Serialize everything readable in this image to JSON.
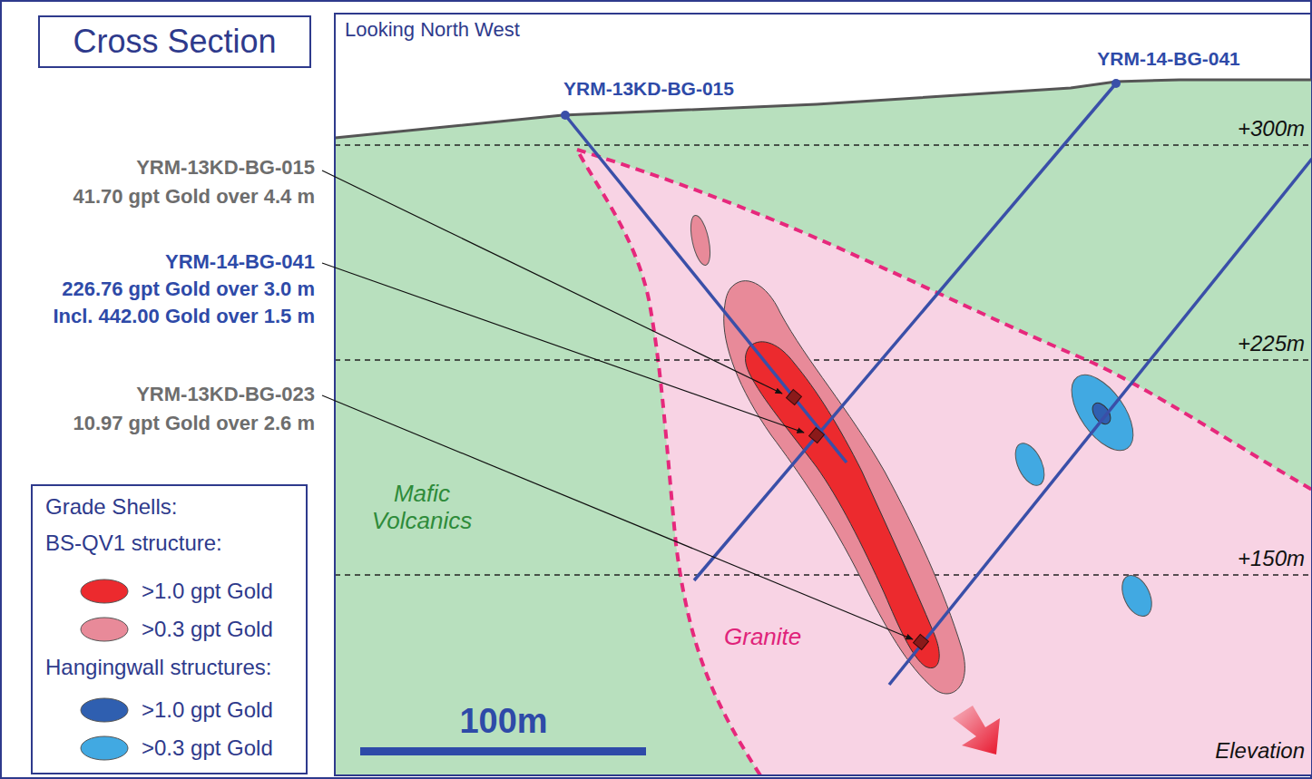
{
  "diagram": {
    "title": "Cross Section",
    "labels": [
      "Looking North West",
      "YRM-13KD-BG-015",
      "YRM-14-BG-041",
      "+300m",
      "+225m",
      "+150m",
      "YRM-13KD-BG-015",
      "41.70 gpt Gold over 4.4 m",
      "YRM-14-BG-041",
      "226.76 gpt Gold over 3.0 m",
      "Incl. 442.00 Gold over 1.5 m",
      "YRM-13KD-BG-023",
      "10.97 gpt Gold over 2.6 m",
      "Mafic Volcanics",
      "Granite",
      "100m",
      "Elevation",
      "Grade Shells:",
      "BS-QV1 structure:",
      "Hangingwall structures:"
    ],
    "legend": [
      {
        "text": ">1.0 gpt Gold",
        "color": "#ec2a2e"
      },
      {
        "text": ">0.3 gpt Gold",
        "color": "#e88a99"
      },
      {
        "text": ">1.0 gpt Gold",
        "color": "#2f5fb0"
      },
      {
        "text": ">0.3 gpt Gold",
        "color": "#41a9e2"
      }
    ]
  }
}
